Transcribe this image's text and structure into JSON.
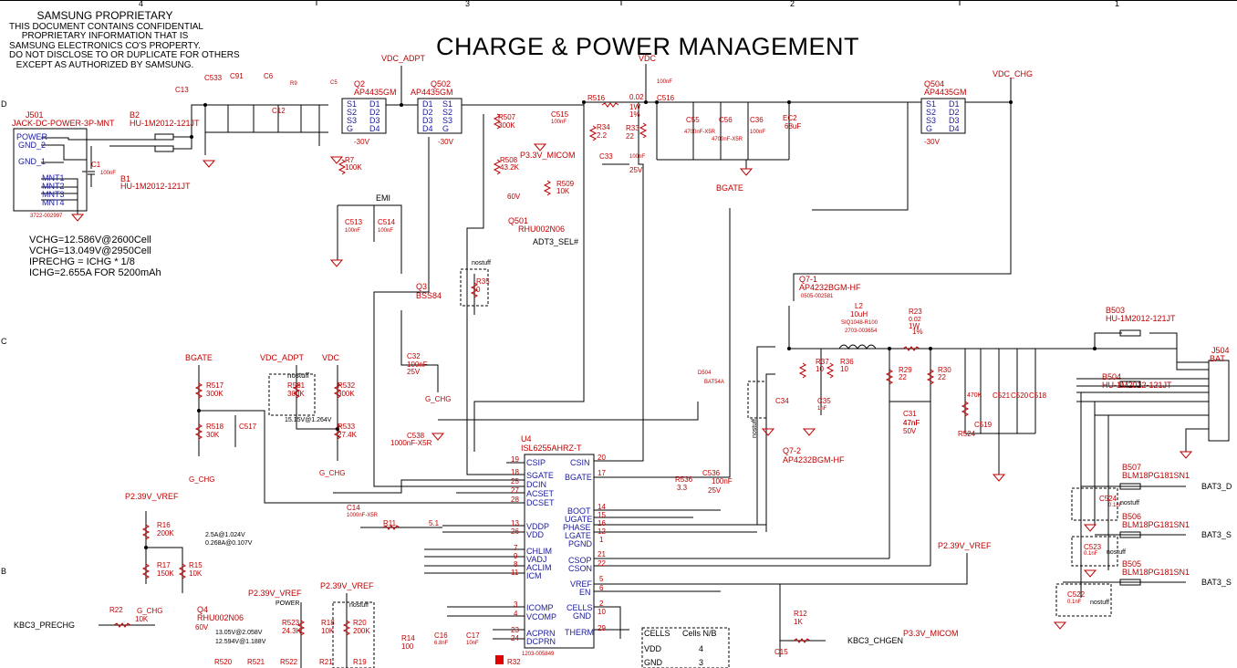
{
  "header": {
    "proprietary": "SAMSUNG PROPRIETARY",
    "lines": [
      "THIS DOCUMENT CONTAINS CONFIDENTIAL",
      "PROPRIETARY INFORMATION THAT IS",
      "SAMSUNG ELECTRONICS CO'S PROPERTY.",
      "DO NOT DISCLOSE TO OR DUPLICATE FOR OTHERS",
      "EXCEPT AS AUTHORIZED BY SAMSUNG."
    ]
  },
  "title": "CHARGE & POWER MANAGEMENT",
  "border": {
    "cols": [
      "4",
      "3",
      "2",
      "1"
    ],
    "rows": [
      "D",
      "C",
      "B"
    ]
  },
  "notes": [
    "VCHG=12.586V@2600Cell",
    "VCHG=13.049V@2950Cell",
    "IPRECHG = ICHG * 1/8",
    "ICHG=2.655A  FOR 5200mAh"
  ],
  "rails": {
    "vdc_adpt": "VDC_ADPT",
    "vdc": "VDC",
    "vdc_chg": "VDC_CHG",
    "bgate": "BGATE",
    "p239": "P2.39V_VREF",
    "p33": "P3.3V_MICOM",
    "gchg": "G_CHG"
  },
  "connectors": {
    "j501": "J501",
    "j501_type": "JACK-DC-POWER-3P-MNT",
    "j501_pins": [
      "POWER",
      "GND_2",
      "GND_1",
      "MNT1",
      "MNT2",
      "MNT3",
      "MNT4"
    ],
    "j501_part": "3722-002997",
    "j504": "J504",
    "j504_type": "BAT"
  },
  "fets": {
    "q2": "Q2",
    "q2_part": "AP4435GM",
    "q502": "Q502",
    "q502_part": "AP4435GM",
    "q504": "Q504",
    "q504_part": "AP4435GM",
    "q501": "Q501",
    "q501_part": "RHU002N06",
    "q3": "Q3",
    "q3_part": "BSS84",
    "q4": "Q4",
    "q4_part": "RHU002N06",
    "q71": "Q7-1",
    "q71_part": "AP4232BGM-HF",
    "q71_code": "0505-002581",
    "q72": "Q7-2",
    "q72_part": "AP4232BGM-HF"
  },
  "fet_pins": [
    "S1",
    "S2",
    "S3",
    "G",
    "D1",
    "D2",
    "D3",
    "D4"
  ],
  "ic": {
    "ref": "U4",
    "part": "ISL6255AHRZ-T",
    "code": "1203-005849",
    "left_pins": [
      {
        "n": "19",
        "name": "CSIP"
      },
      {
        "n": "18",
        "name": "SGATE"
      },
      {
        "n": "25",
        "name": "DCIN"
      },
      {
        "n": "27",
        "name": "ACSET"
      },
      {
        "n": "28",
        "name": "DCSET"
      },
      {
        "n": "13",
        "name": "VDDP"
      },
      {
        "n": "26",
        "name": "VDD"
      },
      {
        "n": "7",
        "name": "CHLIM"
      },
      {
        "n": "9",
        "name": "VADJ"
      },
      {
        "n": "8",
        "name": "ACLIM"
      },
      {
        "n": "11",
        "name": "ICM"
      },
      {
        "n": "3",
        "name": "ICOMP"
      },
      {
        "n": "4",
        "name": "VCOMP"
      },
      {
        "n": "23",
        "name": "ACPRN"
      },
      {
        "n": "24",
        "name": "DCPRN"
      }
    ],
    "right_pins": [
      {
        "n": "20",
        "name": "CSIN"
      },
      {
        "n": "17",
        "name": "BGATE"
      },
      {
        "n": "14",
        "name": "BOOT"
      },
      {
        "n": "15",
        "name": "UGATE"
      },
      {
        "n": "16",
        "name": "PHASE"
      },
      {
        "n": "12",
        "name": "LGATE"
      },
      {
        "n": "1",
        "name": "PGND"
      },
      {
        "n": "21",
        "name": "CSOP"
      },
      {
        "n": "22",
        "name": "CSON"
      },
      {
        "n": "5",
        "name": "VREF"
      },
      {
        "n": "6",
        "name": "EN"
      },
      {
        "n": "2",
        "name": "CELLS"
      },
      {
        "n": "10",
        "name": "GND"
      },
      {
        "n": "29",
        "name": "THERM"
      }
    ]
  },
  "parts": [
    {
      "id": "c533",
      "t": "C533"
    },
    {
      "id": "c91",
      "t": "C91"
    },
    {
      "id": "c6",
      "t": "C6"
    },
    {
      "id": "r9",
      "t": "R9"
    },
    {
      "id": "c5",
      "t": "C5"
    },
    {
      "id": "c13",
      "t": "C13"
    },
    {
      "id": "c12",
      "t": "C12"
    },
    {
      "id": "b2",
      "t": "B2"
    },
    {
      "id": "b2p",
      "t": "HU-1M2012-121JT"
    },
    {
      "id": "b1",
      "t": "B1"
    },
    {
      "id": "b1p",
      "t": "HU-1M2012-121JT"
    },
    {
      "id": "c1",
      "t": "C1"
    },
    {
      "id": "r507",
      "t": "R507"
    },
    {
      "id": "c515",
      "t": "C515"
    },
    {
      "id": "r516",
      "t": "R516"
    },
    {
      "id": "r516v",
      "t": "0.02"
    },
    {
      "id": "c516",
      "t": "C516"
    },
    {
      "id": "c55",
      "t": "C55"
    },
    {
      "id": "c56",
      "t": "C56"
    },
    {
      "id": "c36",
      "t": "C36"
    },
    {
      "id": "ec2",
      "t": "EC2"
    },
    {
      "id": "ec2v",
      "t": "68uF"
    },
    {
      "id": "r34",
      "t": "R34"
    },
    {
      "id": "r33",
      "t": "R33"
    },
    {
      "id": "c33",
      "t": "C33"
    },
    {
      "id": "r508",
      "t": "R508"
    },
    {
      "id": "r509",
      "t": "R509"
    },
    {
      "id": "r7",
      "t": "R7"
    },
    {
      "id": "c513",
      "t": "C513"
    },
    {
      "id": "c514",
      "t": "C514"
    },
    {
      "id": "emi",
      "t": "EMI"
    },
    {
      "id": "r35",
      "t": "R35"
    },
    {
      "id": "c32",
      "t": "C32"
    },
    {
      "id": "c538",
      "t": "C538"
    },
    {
      "id": "r517",
      "t": "R517"
    },
    {
      "id": "r518",
      "t": "R518"
    },
    {
      "id": "c517",
      "t": "C517"
    },
    {
      "id": "r531",
      "t": "R531"
    },
    {
      "id": "r532",
      "t": "R532"
    },
    {
      "id": "r533",
      "t": "R533"
    },
    {
      "id": "c14",
      "t": "C14"
    },
    {
      "id": "r11",
      "t": "R11"
    },
    {
      "id": "r11v",
      "t": "5.1"
    },
    {
      "id": "r16",
      "t": "R16"
    },
    {
      "id": "r17",
      "t": "R17"
    },
    {
      "id": "r15",
      "t": "R15"
    },
    {
      "id": "r22",
      "t": "R22"
    },
    {
      "id": "r523",
      "t": "R523"
    },
    {
      "id": "r18",
      "t": "R18"
    },
    {
      "id": "r20",
      "t": "R20"
    },
    {
      "id": "r14",
      "t": "R14"
    },
    {
      "id": "c16",
      "t": "C16"
    },
    {
      "id": "c17",
      "t": "C17"
    },
    {
      "id": "r520",
      "t": "R520"
    },
    {
      "id": "r521",
      "t": "R521"
    },
    {
      "id": "r522",
      "t": "R522"
    },
    {
      "id": "r21",
      "t": "R21"
    },
    {
      "id": "r19",
      "t": "R19"
    },
    {
      "id": "r32",
      "t": "R32"
    },
    {
      "id": "d504",
      "t": "D504"
    },
    {
      "id": "d504p",
      "t": "BAT54A"
    },
    {
      "id": "r536",
      "t": "R536"
    },
    {
      "id": "r536v",
      "t": "3.3"
    },
    {
      "id": "c536",
      "t": "C536"
    },
    {
      "id": "l2",
      "t": "L2"
    },
    {
      "id": "l2v",
      "t": "10uH"
    },
    {
      "id": "l2p",
      "t": "SIQ1048-R100"
    },
    {
      "id": "l2c",
      "t": "2703-003654"
    },
    {
      "id": "r23",
      "t": "R23"
    },
    {
      "id": "r23v",
      "t": "0.02"
    },
    {
      "id": "r37",
      "t": "R37"
    },
    {
      "id": "r36",
      "t": "R36"
    },
    {
      "id": "c34",
      "t": "C34"
    },
    {
      "id": "c35",
      "t": "C35"
    },
    {
      "id": "r29",
      "t": "R29"
    },
    {
      "id": "r30",
      "t": "R30"
    },
    {
      "id": "c31",
      "t": "C31"
    },
    {
      "id": "c31v",
      "t": "47nF"
    },
    {
      "id": "r524",
      "t": "R524"
    },
    {
      "id": "c519",
      "t": "C519"
    },
    {
      "id": "c521",
      "t": "C521"
    },
    {
      "id": "c520",
      "t": "C520"
    },
    {
      "id": "c518",
      "t": "C518"
    },
    {
      "id": "b503",
      "t": "B503"
    },
    {
      "id": "b503p",
      "t": "HU-1M2012-121JT"
    },
    {
      "id": "b504",
      "t": "B504"
    },
    {
      "id": "b504p",
      "t": "HU-1M2012-121JT"
    },
    {
      "id": "b507",
      "t": "B507"
    },
    {
      "id": "b507p",
      "t": "BLM18PG181SN1"
    },
    {
      "id": "b506",
      "t": "B506"
    },
    {
      "id": "b506p",
      "t": "BLM18PG181SN1"
    },
    {
      "id": "b505",
      "t": "B505"
    },
    {
      "id": "b505p",
      "t": "BLM18PG181SN1"
    },
    {
      "id": "c524",
      "t": "C524"
    },
    {
      "id": "c523",
      "t": "C523"
    },
    {
      "id": "c522",
      "t": "C522"
    },
    {
      "id": "r12",
      "t": "R12"
    },
    {
      "id": "r12v",
      "t": "1K"
    },
    {
      "id": "c15",
      "t": "C15"
    }
  ],
  "values": {
    "v100nf": "100nF",
    "v25v": "25V",
    "v1pct": "1%",
    "v100k": "100K",
    "v30v": "-30V",
    "v22": "22",
    "v22k": "2.2",
    "v300k": "300K",
    "v10k": "10K",
    "v43k": "43.2K",
    "v30k": "30K",
    "v274k": "27.4K",
    "v150k": "150K",
    "v200k": "200K",
    "v243k": "24.3K",
    "v4700": "4700nF-X5R",
    "v1000": "1000nF-X5R",
    "v1w": "1W",
    "v47nf": "47nF",
    "v50v": "50V",
    "v60v": "60V",
    "v470k": "470K",
    "v01nf": "0.1nF",
    "v1nf": "1nF",
    "v10": "10",
    "v0": "0",
    "v10nf": "10nF",
    "v68nf": "6.8nF",
    "v100": "100"
  },
  "notes_small": {
    "nostuff": "nostuff",
    "v1": "15.15V@1.264V",
    "v2": "2.5A@1.024V",
    "v3": "0.268A@0.107V",
    "v4": "13.05V@2.058V",
    "v5": "12.594V@1.188V",
    "pwr": "POWER"
  },
  "signals": {
    "adt3": "ADT3_SEL#",
    "kbc_prechg": "KBC3_PRECHG",
    "kbc_chgen": "KBC3_CHGEN",
    "bat3_d": "BAT3_D",
    "bat3_s": "BAT3_S",
    "bat3_s2": "BAT3_S"
  },
  "cells_table": {
    "h1": "CELLS",
    "h2": "Cells N/B",
    "r1a": "VDD",
    "r1b": "4",
    "r2a": "GND",
    "r2b": "3"
  }
}
